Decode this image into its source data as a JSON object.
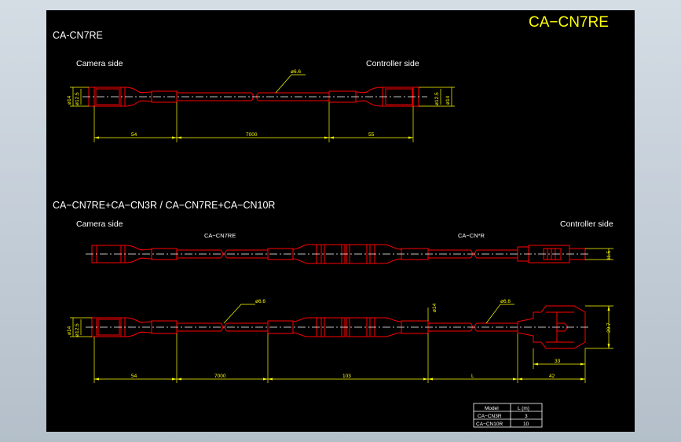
{
  "drawing": {
    "title_block": "CA−CN7RE",
    "section1": {
      "heading": "CA-CN7RE",
      "camera_side": "Camera side",
      "controller_side": "Controller side",
      "dia_cable": "ø6.6",
      "dia_left_outer": "ø14",
      "dia_left_inner": "ø12.5",
      "dia_right_inner": "ø12.5",
      "dia_right_outer": "ø14",
      "dim_a": "54",
      "dim_b": "7000",
      "dim_c": "55"
    },
    "section2": {
      "heading": "CA−CN7RE+CA−CN3R / CA−CN7RE+CA−CN10R",
      "camera_side": "Camera side",
      "controller_side": "Controller side",
      "label_cn7re": "CA−CN7RE",
      "label_cnxr": "CA−CN*R",
      "dia_11_5": "11.5",
      "dia_cable_a": "ø6.6",
      "dia_cable_b": "ø6.6",
      "dia_14_mid": "ø14",
      "dia_left_outer": "ø14",
      "dia_left_inner": "ø12.5",
      "dim_29_7": "29.7",
      "dim_33": "33",
      "dim_54": "54",
      "dim_7000": "7000",
      "dim_103": "103",
      "dim_L": "L",
      "dim_42": "42"
    },
    "table": {
      "headers": [
        "Model",
        "L (m)"
      ],
      "rows": [
        [
          "CA−CN3R",
          "3"
        ],
        [
          "CA−CN10R",
          "10"
        ]
      ]
    },
    "colors": {
      "outline": "#ff0000",
      "centerline": "#ffffff",
      "dimension": "#ffff00",
      "text": "#ffffff",
      "background": "#000000"
    }
  }
}
